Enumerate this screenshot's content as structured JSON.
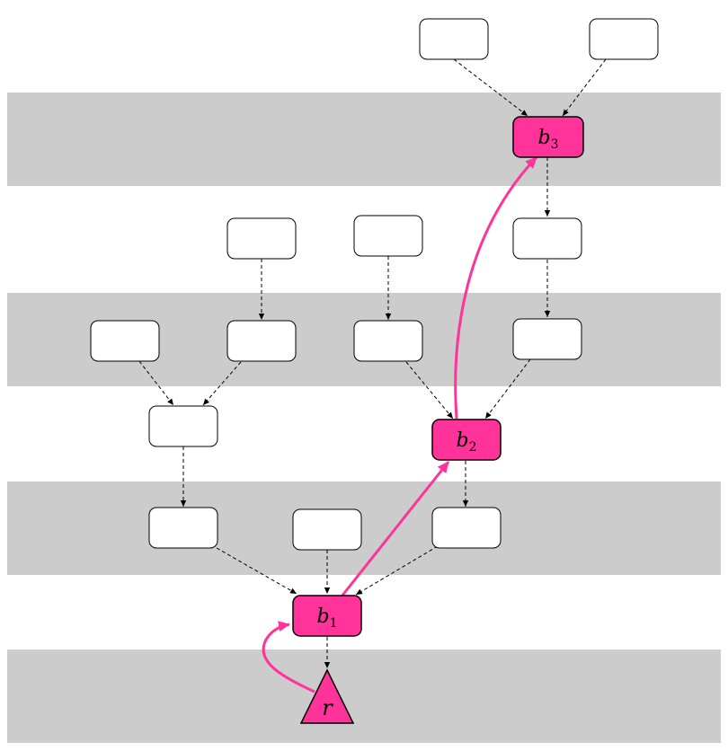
{
  "colors": {
    "band": "#cccccc",
    "highlight": "#ff3399",
    "highlight_stroke": "#e8308c",
    "node_fill": "#ffffff",
    "edge": "#000000"
  },
  "nodes": {
    "b1": {
      "label": "b",
      "sub": "1"
    },
    "b2": {
      "label": "b",
      "sub": "2"
    },
    "b3": {
      "label": "b",
      "sub": "3"
    },
    "r": {
      "label": "r"
    }
  }
}
